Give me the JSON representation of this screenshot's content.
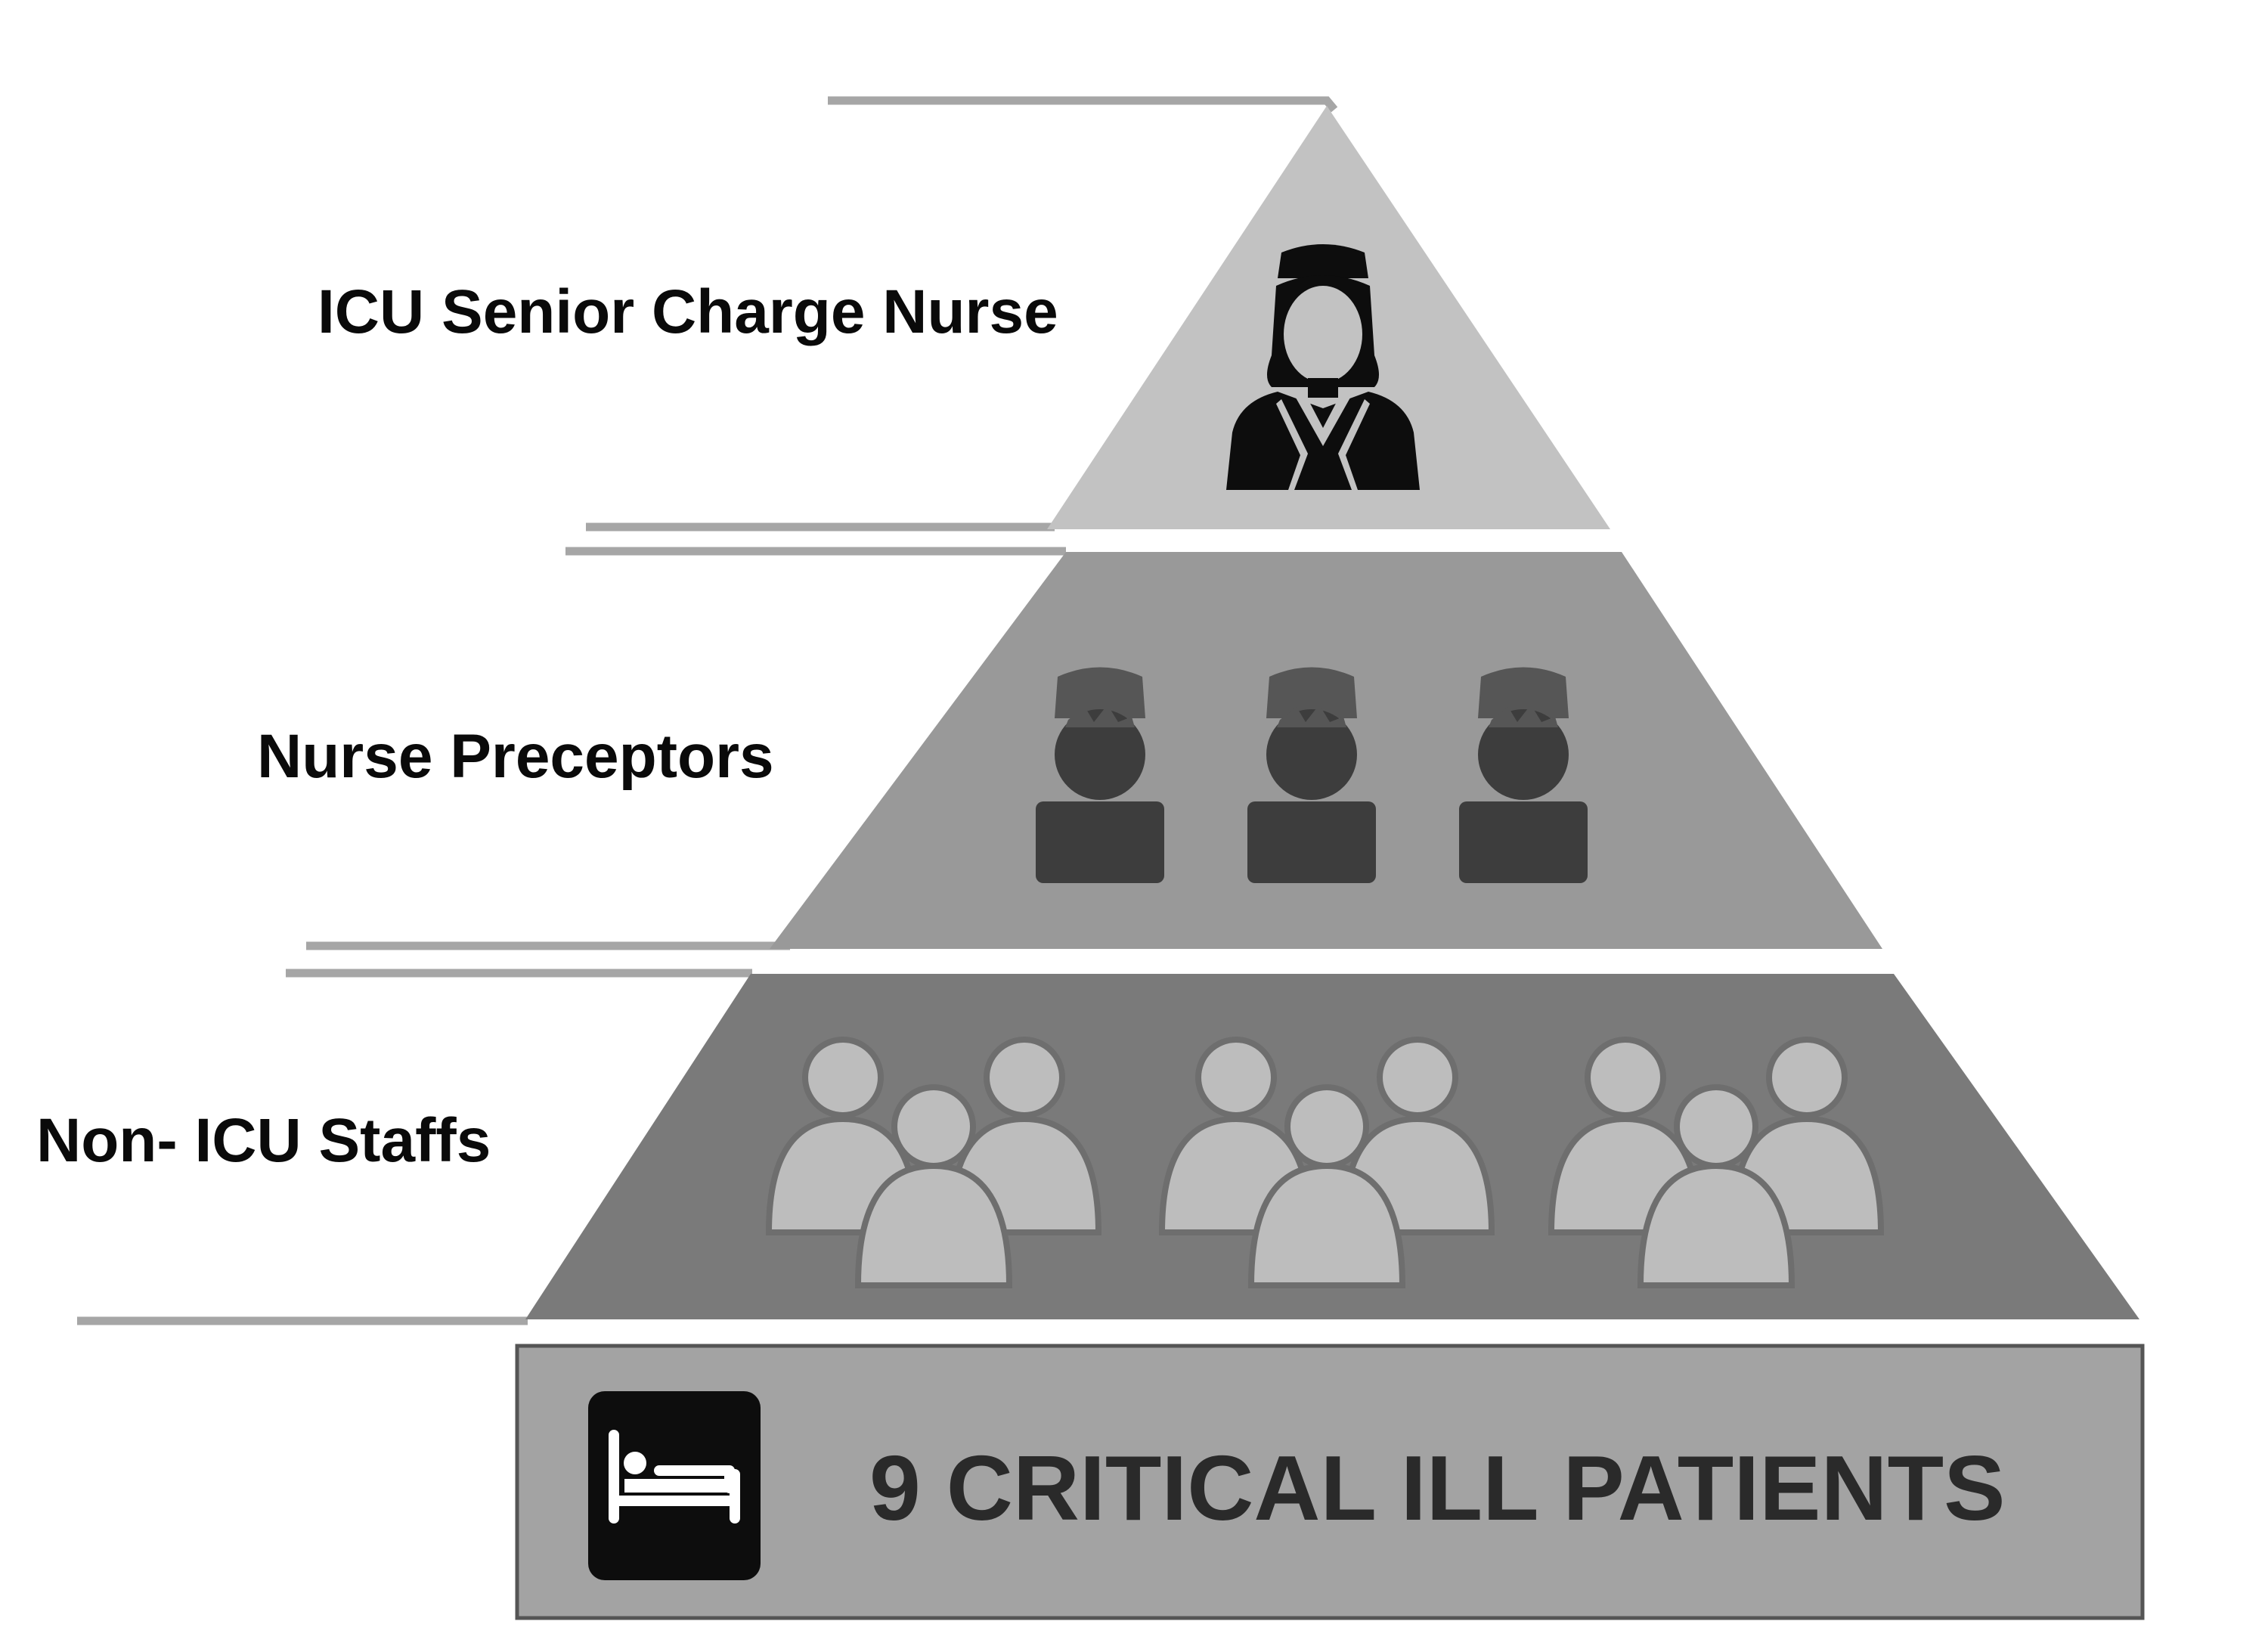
{
  "tiers": [
    {
      "label": "ICU Senior Charge Nurse",
      "icon": "senior-nurse-icon",
      "icon_count": 1,
      "fill": "#c2c2c2"
    },
    {
      "label": "Nurse Preceptors",
      "icon": "nurse-icon",
      "icon_count": 3,
      "fill": "#999999"
    },
    {
      "label": "Non- ICU Staffs",
      "icon": "staff-group-icon",
      "icon_count": 3,
      "fill": "#7a7a7a"
    }
  ],
  "base": {
    "label": "9 CRITICAL ILL PATIENTS",
    "icon": "hospital-bed-icon",
    "fill": "#a3a3a3"
  }
}
